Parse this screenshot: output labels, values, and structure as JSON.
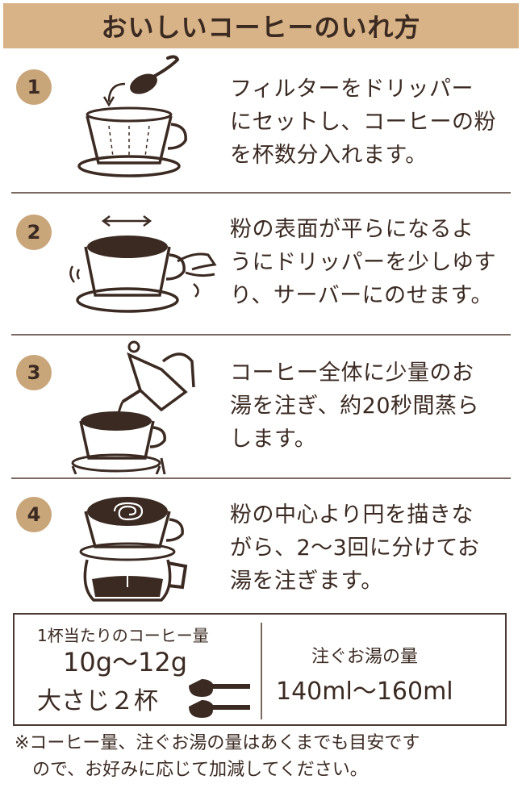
{
  "header": {
    "title": "おいしいコーヒーのいれ方"
  },
  "steps": [
    {
      "number": "1",
      "text": "フィルターをドリッパー\nにセットし、コーヒーの粉\nを杯数分入れます。"
    },
    {
      "number": "2",
      "text": "粉の表面が平らになるよ\nうにドリッパーを少しゆす\nり、サーバーにのせます。"
    },
    {
      "number": "3",
      "text": "コーヒー全体に少量のお\n湯を注ぎ、約20秒間蒸ら\nします。"
    },
    {
      "number": "4",
      "text": "粉の中心より円を描きな\nがら、2〜3回に分けてお\n湯を注ぎます。"
    }
  ],
  "amount": {
    "coffee_label": "1杯当たりのコーヒー量",
    "coffee_grams": "10g〜12g",
    "coffee_spoons": "大さじ２杯",
    "water_label": "注ぐお湯の量",
    "water_amount": "140ml〜160ml"
  },
  "note": "※コーヒー量、注ぐお湯の量はあくまでも目安です\n　ので、お好みに応じて加減してください。",
  "colors": {
    "header_bg": "#d8b387",
    "badge": "#c9a57a",
    "ink": "#3b2a22"
  }
}
